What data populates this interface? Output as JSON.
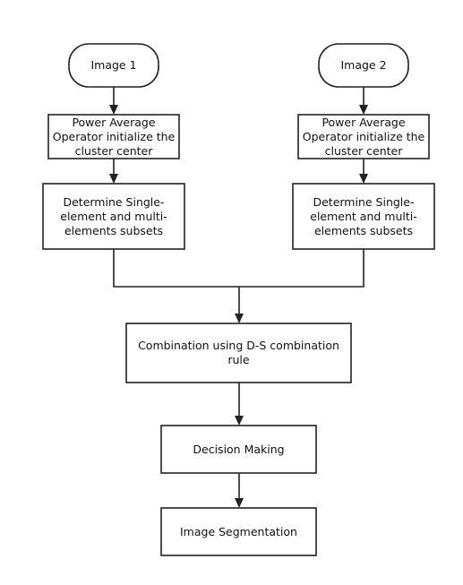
{
  "nodes": {
    "image1": {
      "label": "Image 1"
    },
    "image2": {
      "label": "Image 2"
    },
    "power_left": {
      "label": "Power Average Operator initialize the cluster center"
    },
    "power_right": {
      "label": "Power Average Operator initialize the cluster center"
    },
    "determine_left": {
      "label": "Determine Single-element and multi-elements subsets"
    },
    "determine_right": {
      "label": "Determine Single-element and multi-elements subsets"
    },
    "combination": {
      "label": "Combination using D-S combination rule"
    },
    "decision": {
      "label": "Decision Making"
    },
    "segmentation": {
      "label": "Image Segmentation"
    }
  }
}
